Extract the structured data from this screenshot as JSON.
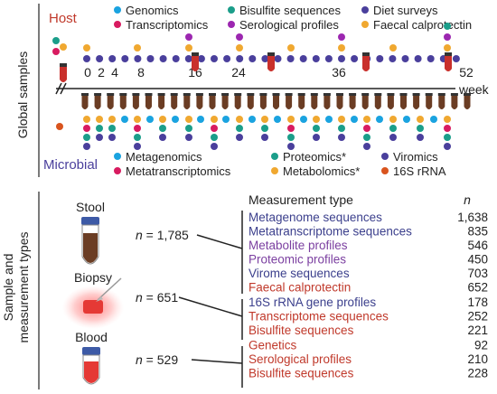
{
  "colors": {
    "genomics": "#1aa3e0",
    "bisulfite": "#1b9e8a",
    "diet": "#4a3f9c",
    "transcriptomics": "#d81b60",
    "serological": "#9c27b0",
    "calprotectin": "#f0a830",
    "metagenomics": "#1aa3e0",
    "proteomics": "#1b9e8a",
    "viromics": "#4a3f9c",
    "metatranscriptomics": "#d81b60",
    "metabolomics": "#f0a830",
    "rrna": "#d9541e",
    "host_title": "#c0392b",
    "microbial_title": "#4a3f9c",
    "navy": "#3b3f8c",
    "purple": "#7b3fa0",
    "red": "#c0392b",
    "tube_brown": "#6b3d24",
    "tube_red": "#c9302c"
  },
  "top": {
    "global_samples_label": "Global samples",
    "host_label": "Host",
    "microbial_label": "Microbial",
    "week_label": "week",
    "week_numbers": [
      "0",
      "2",
      "4",
      "8",
      "16",
      "24",
      "36",
      "52"
    ],
    "host_legend": [
      {
        "label": "Genomics",
        "color": "#1aa3e0"
      },
      {
        "label": "Bisulfite sequences",
        "color": "#1b9e8a"
      },
      {
        "label": "Diet surveys",
        "color": "#4a3f9c"
      },
      {
        "label": "Transcriptomics",
        "color": "#d81b60"
      },
      {
        "label": "Serological profiles",
        "color": "#9c27b0"
      },
      {
        "label": "Faecal calprotectin",
        "color": "#f0a830"
      }
    ],
    "microbial_legend": [
      {
        "label": "Metagenomics",
        "color": "#1aa3e0"
      },
      {
        "label": "Proteomics*",
        "color": "#1b9e8a"
      },
      {
        "label": "Viromics",
        "color": "#4a3f9c"
      },
      {
        "label": "Metatranscriptomics",
        "color": "#d81b60"
      },
      {
        "label": "Metabolomics*",
        "color": "#f0a830"
      },
      {
        "label": "16S rRNA",
        "color": "#d9541e"
      }
    ]
  },
  "bottom": {
    "section_label_1": "Sample and",
    "section_label_2": "measurement types",
    "stool_label": "Stool",
    "biopsy_label": "Biopsy",
    "blood_label": "Blood",
    "n_stool": "1,785",
    "n_biopsy": "651",
    "n_blood": "529",
    "n_prefix": "n",
    "n_eq": " = ",
    "col_type": "Measurement type",
    "col_n": "n",
    "groups": [
      {
        "rows": [
          {
            "type": "Metagenome sequences",
            "n": "1,638",
            "color": "#3b3f8c"
          },
          {
            "type": "Metatranscriptome sequences",
            "n": "835",
            "color": "#3b3f8c"
          },
          {
            "type": "Metabolite profiles",
            "n": "546",
            "color": "#7b3fa0"
          },
          {
            "type": "Proteomic profiles",
            "n": "450",
            "color": "#7b3fa0"
          },
          {
            "type": "Virome sequences",
            "n": "703",
            "color": "#3b3f8c"
          },
          {
            "type": "Faecal calprotectin",
            "n": "652",
            "color": "#c0392b"
          }
        ]
      },
      {
        "rows": [
          {
            "type": "16S rRNA gene profiles",
            "n": "178",
            "color": "#3b3f8c"
          },
          {
            "type": "Transcriptome sequences",
            "n": "252",
            "color": "#c0392b"
          },
          {
            "type": "Bisulfite sequences",
            "n": "221",
            "color": "#c0392b"
          }
        ]
      },
      {
        "rows": [
          {
            "type": "Genetics",
            "n": "92",
            "color": "#c0392b"
          },
          {
            "type": "Serological profiles",
            "n": "210",
            "color": "#c0392b"
          },
          {
            "type": "Bisulfite sequences",
            "n": "228",
            "color": "#c0392b"
          }
        ]
      }
    ]
  }
}
